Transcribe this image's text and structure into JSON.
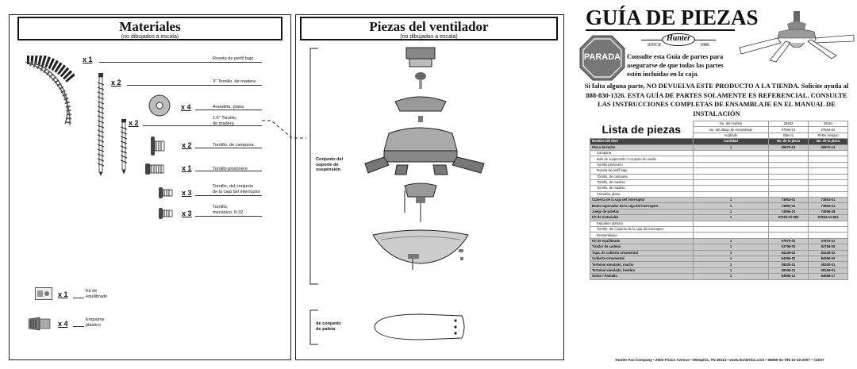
{
  "materiales": {
    "title": "Materiales",
    "subtitle": "(no dibujados a escala)",
    "items": [
      {
        "qty": "x 1",
        "label": "Roseta de perfil bajo"
      },
      {
        "qty": "x 2",
        "label": "3\" Tornillo, de madera"
      },
      {
        "qty": "x 4",
        "label": "Arandela, plana"
      },
      {
        "qty": "x 2",
        "label": "1.5\" Tornillo,\nde madera"
      },
      {
        "qty": "x 2",
        "label": "Tornillo, de campana"
      },
      {
        "qty": "x 1",
        "label": "Tornillo prisionero"
      },
      {
        "qty": "x 3",
        "label": "Tornillo, del conjunto\nde la caja del interruptor"
      },
      {
        "qty": "x 3",
        "label": "Tornillo,\nmecánico, 8-32"
      },
      {
        "qty": "x 1",
        "label": "Kit de\nequilibrado"
      },
      {
        "qty": "x 4",
        "label": "Empalme\nplástico"
      }
    ]
  },
  "piezas": {
    "title": "Piezas del ventilador",
    "subtitle": "(no dibujadas a escala)",
    "label_suspension": "Conjunto del\nsoporte de\nsuspensión",
    "label_paleta": "de conjunto\nde paleta"
  },
  "guia": {
    "title": "GUÍA DE PIEZAS",
    "stop": "PARADA",
    "brand": "Hunter",
    "since_word": "SINCE",
    "since_year": "1886",
    "consult": "Consulte esta Guía de partes para\nasegurarse de que todas las partes\nestén incluidas en la caja.",
    "warning": "Si falta alguna parte, NO DEVUELVA ESTE PRODUCTO A LA TIENDA. Solicite ayuda al 888-830-1326.  ESTA GUÍA DE PARTES SOLAMENTE ES REFERENCIAL. CONSULTE LAS INSTRUCCIONES COMPLETAS DE ENSAMBLAJE EN EL MANUAL DE INSTALACIÓN"
  },
  "lista": {
    "title": "Lista de piezas",
    "meta_rows": [
      [
        "No. del modelo",
        "28452",
        "28451"
      ],
      [
        "No. del dibujo de ensamblaje",
        "07594-01",
        "07594-02"
      ],
      [
        "Acabado",
        "Blanco",
        "Peltre Antiguo"
      ]
    ],
    "header": [
      "Nombre del ítem",
      "Cantidad",
      "No. de la pieza",
      "No. de la pieza"
    ],
    "rows": [
      {
        "g": true,
        "cells": [
          "Placa de techo",
          "1",
          "06970-03",
          "06970-14"
        ]
      },
      {
        "g": false,
        "cells": [
          "Campana",
          "",
          "",
          ""
        ]
      },
      {
        "g": false,
        "cells": [
          "Bola de suspensión / Conjunto de varilla",
          "",
          "",
          ""
        ]
      },
      {
        "g": false,
        "cells": [
          "Tornillo prisionero",
          "",
          "",
          ""
        ]
      },
      {
        "g": false,
        "cells": [
          "Roseta de perfil bajo",
          "",
          "",
          ""
        ]
      },
      {
        "g": false,
        "cells": [
          "Tornillo, de campana",
          "",
          "",
          ""
        ]
      },
      {
        "g": false,
        "cells": [
          "Tornillo, de madera",
          "",
          "",
          ""
        ]
      },
      {
        "g": false,
        "cells": [
          "Tornillo, de madera",
          "",
          "",
          ""
        ]
      },
      {
        "g": false,
        "cells": [
          "Arandela, plana",
          "",
          "",
          ""
        ]
      },
      {
        "g": true,
        "cells": [
          "Cubierta de la caja del interruptor",
          "1",
          "73853-01",
          "73853-01"
        ]
      },
      {
        "g": true,
        "cells": [
          "Botón taponador de la caja del interruptor",
          "1",
          "73854-01",
          "73854-01"
        ]
      },
      {
        "g": true,
        "cells": [
          "Juego de paletas",
          "1",
          "74996-24",
          "74996-28"
        ]
      },
      {
        "g": true,
        "cells": [
          "Kit de materiales",
          "1",
          "97594-01-860",
          "97594-01-861"
        ]
      },
      {
        "g": false,
        "cells": [
          "Empalme plástico",
          "",
          "",
          ""
        ]
      },
      {
        "g": false,
        "cells": [
          "Tornillo, del conjunto de la caja del interruptor",
          "",
          "",
          ""
        ]
      },
      {
        "g": false,
        "cells": [
          "Destornillador",
          "",
          "",
          ""
        ]
      },
      {
        "g": true,
        "cells": [
          "Kit de equilibrado",
          "1",
          "07970-01",
          "07970-01"
        ]
      },
      {
        "g": true,
        "cells": [
          "Tirador de cadena",
          "1",
          "93756-05",
          "93756-05"
        ]
      },
      {
        "g": true,
        "cells": [
          "Tapa, de cubierta ornamental",
          "1",
          "84349-02",
          "84349-02"
        ]
      },
      {
        "g": true,
        "cells": [
          "Cubierta ornamental",
          "1",
          "84350-02",
          "84350-02"
        ]
      },
      {
        "g": true,
        "cells": [
          "Terminal simulado, macho",
          "1",
          "08200-01",
          "08200-01"
        ]
      },
      {
        "g": true,
        "cells": [
          "Terminal simulado, hembra",
          "1",
          "08198-01",
          "08198-01"
        ]
      },
      {
        "g": true,
        "cells": [
          "Globo / Pantalla",
          "1",
          "84986-13",
          "84986-17"
        ]
      }
    ]
  },
  "footer": "Hunter Fan Company  •  2500 Frisco Avenue  •  Memphis, TN 38114  •  www.hunterfan.com  •  98080-01-796  10-10-2007  •  ©2007"
}
